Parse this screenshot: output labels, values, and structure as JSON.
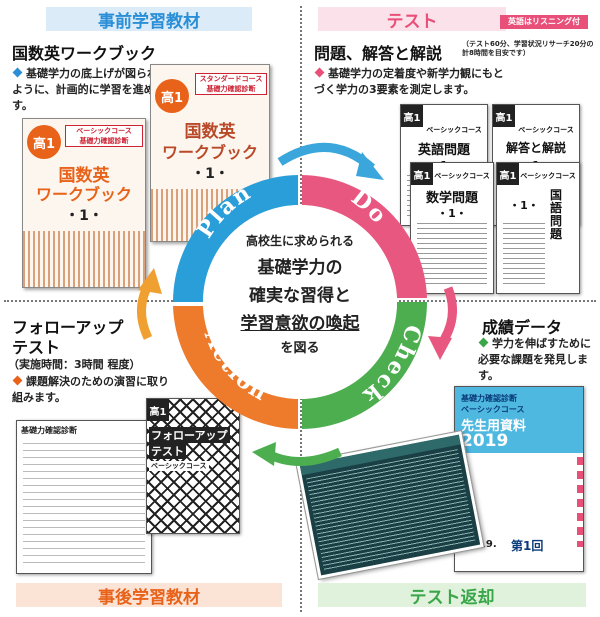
{
  "quadrants": {
    "plan": {
      "band_label": "事前学習教材",
      "band_color": "#2a8fd6",
      "title": "国数英ワークブック",
      "bullet": "基礎学力の底上げが図られるように、計画的に学習を進めます。",
      "bullet_color": "#2a8fd6"
    },
    "do": {
      "band_label": "テスト",
      "band_color": "#e8507a",
      "tag": "英語はリスニング付",
      "title": "問題、解答と解説",
      "title_note": "（テスト60分、学習状況リサーチ20分の計8時間を目安です）",
      "bullet": "基礎学力の定着度や新学力観にもとづく学力の3要素を測定します。",
      "bullet_color": "#e8507a"
    },
    "check": {
      "band_label": "テスト返却",
      "band_color": "#3aa64a",
      "title": "成績データ",
      "bullet": "学力を伸ばすために必要な課題を発見します。",
      "bullet_color": "#3aa64a"
    },
    "action": {
      "band_label": "事後学習教材",
      "band_color": "#e8621a",
      "title_line1": "フォローアップ",
      "title_line2": "テスト",
      "subtitle": "（実施時間：3時間 程度）",
      "bullet": "課題解決のための演習に取り組みます。",
      "bullet_color": "#e8621a"
    }
  },
  "center": {
    "line1": "高校生に求められる",
    "line2": "基礎学力の",
    "line3": "確実な習得と",
    "line4": "学習意欲の喚起",
    "line5": "を図る"
  },
  "ring": {
    "plan": {
      "label": "Plan",
      "color": "#2a9ed8"
    },
    "do": {
      "label": "Do",
      "color": "#e8577f"
    },
    "check": {
      "label": "Check",
      "color": "#4cae4f"
    },
    "action": {
      "label": "Action",
      "color": "#ee7a2c"
    }
  },
  "books": {
    "workbook_front": {
      "grade": "高1",
      "series": "ベーシックコース\n基礎力確認診断",
      "title1": "国数英",
      "title2": "ワークブック",
      "vol": "・1・"
    },
    "workbook_back": {
      "grade": "高1",
      "series": "スタンダードコース\n基礎力確認診断",
      "title1": "国数英",
      "title2": "ワークブック",
      "vol": "・1・"
    },
    "test_books": [
      {
        "grade": "高1",
        "series": "ベーシックコース",
        "title": "英語問題",
        "vol": "・1・"
      },
      {
        "grade": "高1",
        "series": "ベーシックコース",
        "title": "解答と解説",
        "vol": "・1・"
      },
      {
        "grade": "高1",
        "series": "ベーシックコース",
        "title": "数学問題",
        "vol": "・1・"
      },
      {
        "grade": "高1",
        "series": "ベーシックコース",
        "title": "国語問題",
        "vol": "・1・"
      }
    ],
    "followup": {
      "grade": "高1",
      "title1": "フォローアップ",
      "title2": "テスト",
      "series": "ベーシックコース",
      "sheet_title": "基礎力確認診断"
    },
    "teacher": {
      "series": "基礎力確認診断\nベーシックコース",
      "title1": "先生用資料",
      "year": "2019",
      "date": "2019.",
      "vol": "第1回"
    }
  }
}
